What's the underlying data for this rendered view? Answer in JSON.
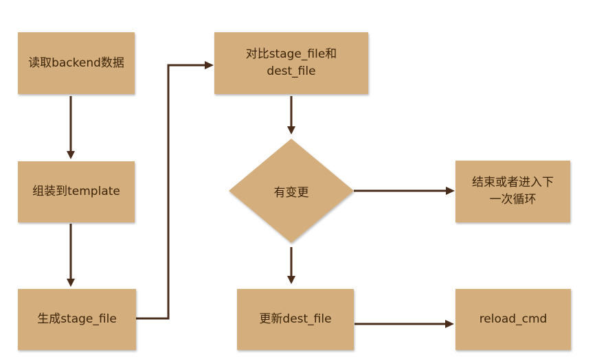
{
  "colors": {
    "node_fill": "#d4ae7d",
    "arrow": "#4a2c1a",
    "text": "#3b2408"
  },
  "nodes": {
    "read_backend": {
      "label": "读取backend数据"
    },
    "assemble_template": {
      "label": "组装到template"
    },
    "generate_stage": {
      "label": "生成stage_file"
    },
    "compare": {
      "line1": "对比stage_file和",
      "line2": "dest_file"
    },
    "has_change": {
      "label": "有变更"
    },
    "end_or_next": {
      "line1": "结束或者进入下",
      "line2": "一次循环"
    },
    "update_dest": {
      "label": "更新dest_file"
    },
    "reload_cmd": {
      "label": "reload_cmd"
    }
  }
}
